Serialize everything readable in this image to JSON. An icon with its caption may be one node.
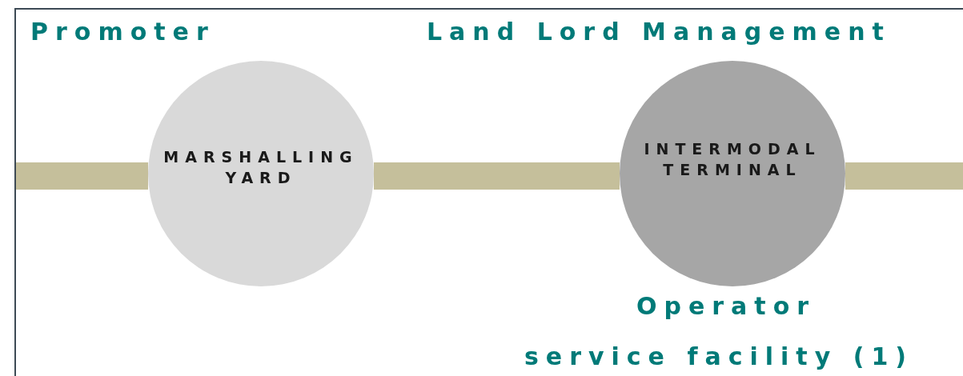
{
  "diagram": {
    "nodes": [
      {
        "text": [
          "MARSHALLING YARD"
        ]
      },
      {
        "text": [
          "INTERMODAL TERMINAL"
        ],
        "beside": [
          "Operator"
        ]
      }
    ],
    "edges": [
      {
        "from": null,
        "to": 0,
        "arrow": "none"
      },
      {
        "from": 0,
        "to": 1,
        "arrow": "none"
      },
      {
        "from": 1,
        "to": null,
        "arrow": "none"
      }
    ],
    "labels": [
      "Promoter",
      "Land Lord Management",
      "service facility (1)"
    ]
  }
}
